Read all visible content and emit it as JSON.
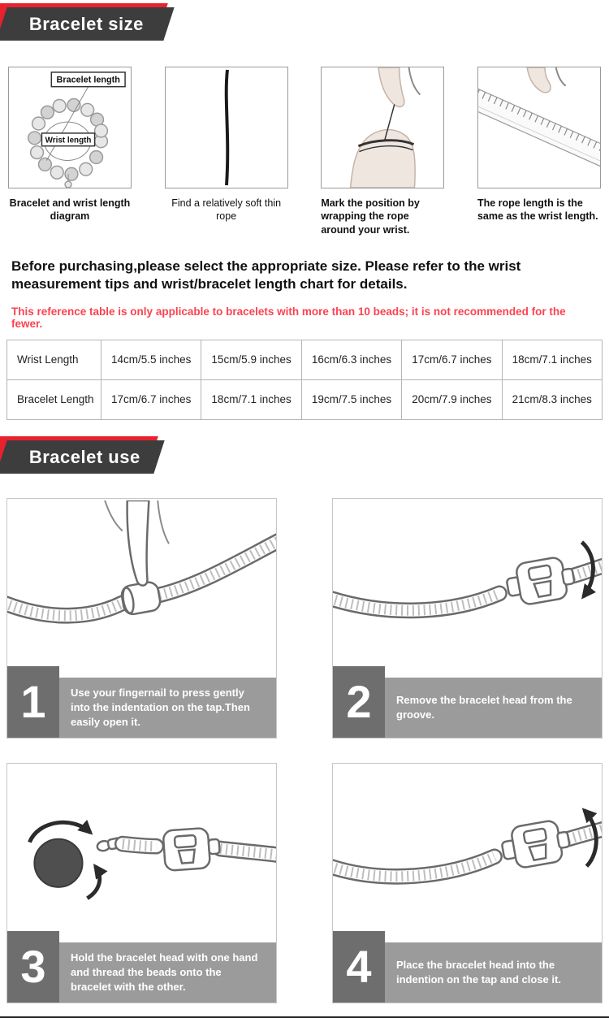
{
  "size": {
    "title": "Bracelet size",
    "diagram_labels": {
      "bracelet_length": "Bracelet length",
      "wrist_length": "Wrist length"
    },
    "panels": [
      {
        "caption": "Bracelet and wrist length diagram"
      },
      {
        "caption": "Find a relatively soft thin rope"
      },
      {
        "caption": "Mark the position by wrapping the rope around your wrist."
      },
      {
        "caption": "The rope length is the same as the wrist length."
      }
    ],
    "intro": "Before purchasing,please select the appropriate size. Please refer to the wrist measurement tips and wrist/bracelet length chart for details.",
    "note": "This reference table is only applicable to bracelets with more than 10 beads; it is not recommended for the fewer.",
    "table": {
      "rows": [
        {
          "header": "Wrist Length",
          "cells": [
            "14cm/5.5 inches",
            "15cm/5.9 inches",
            "16cm/6.3 inches",
            "17cm/6.7 inches",
            "18cm/7.1 inches"
          ]
        },
        {
          "header": "Bracelet Length",
          "cells": [
            "17cm/6.7 inches",
            "18cm/7.1 inches",
            "19cm/7.5 inches",
            "20cm/7.9 inches",
            "21cm/8.3 inches"
          ]
        }
      ]
    }
  },
  "use": {
    "title": "Bracelet use",
    "steps": [
      {
        "number": "1",
        "text": "Use your fingernail to press gently into the indentation on the tap.Then easily open it."
      },
      {
        "number": "2",
        "text": "Remove the bracelet head from the groove."
      },
      {
        "number": "3",
        "text": "Hold the bracelet head with one hand and thread the beads onto the bracelet with the other."
      },
      {
        "number": "4",
        "text": "Place the bracelet head into the indention on the tap and close it."
      }
    ]
  },
  "colors": {
    "accent_red": "#e8212e",
    "banner_dark": "#3d3d3d",
    "note_red": "#fb4350",
    "band_gray": "#9b9b9b",
    "number_block_gray": "#6e6e6e"
  }
}
